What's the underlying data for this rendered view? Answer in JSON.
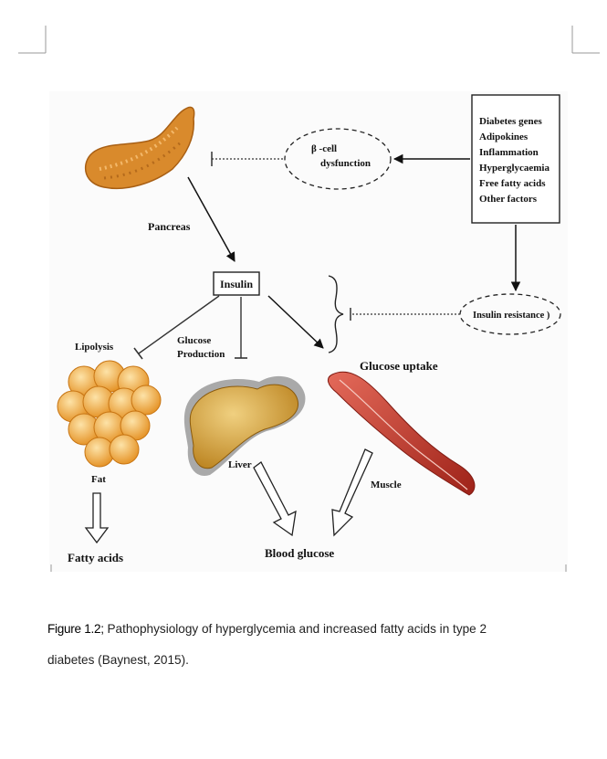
{
  "figure": {
    "factors": [
      "Diabetes genes",
      "Adipokines",
      "Inflammation",
      "Hyperglycaemia",
      "Free fatty acids",
      "Other factors"
    ],
    "beta_cell": [
      "β -cell",
      "dysfunction"
    ],
    "pancreas": "Pancreas",
    "insulin": "Insulin",
    "insulin_resistance": "Insulin resistance )",
    "lipolysis": "Lipolysis",
    "glucose_production": [
      "Glucose",
      "Production"
    ],
    "glucose_uptake": "Glucose uptake",
    "fat": "Fat",
    "liver": "Liver",
    "muscle": "Muscle",
    "fatty_acids": "Fatty acids",
    "blood_glucose": "Blood glucose"
  },
  "caption": {
    "label": "Figure 1.2;",
    "text": " Pathophysiology of hyperglycemia and increased fatty acids in type 2",
    "line2": "diabetes (Baynest, 2015)."
  },
  "colors": {
    "pancreas": "#d98a2c",
    "fat": "#f2a640",
    "liver": "#c98a1c",
    "muscle": "#c0392b"
  }
}
